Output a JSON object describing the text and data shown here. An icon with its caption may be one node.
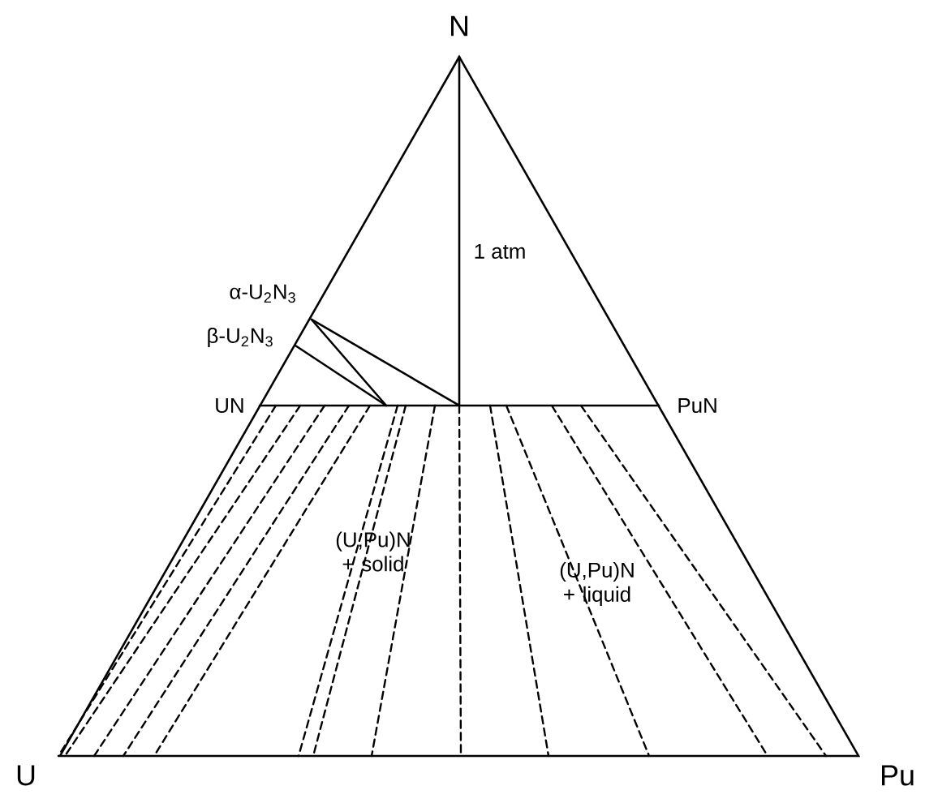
{
  "diagram": {
    "labels": [
      "N",
      "1 atm",
      "α-U$_{2}$N$_{3}$",
      "β-U$_{2}$N$_{3}$",
      "UN",
      "PuN",
      "(U,Pu)N + solid",
      "(U,Pu)N + liquid",
      "U",
      "Pu"
    ]
  }
}
